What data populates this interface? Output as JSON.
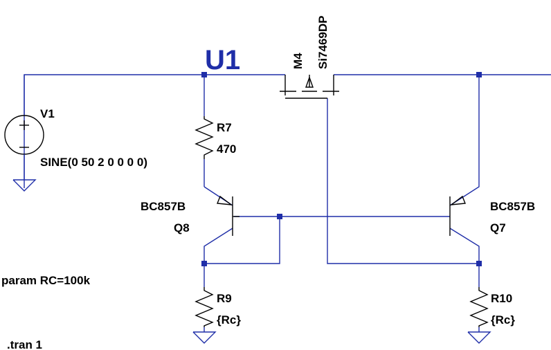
{
  "net_label": "U1",
  "source": {
    "name": "V1",
    "value": "SINE(0 50 2 0 0 0 0)"
  },
  "mosfet": {
    "name": "M4",
    "model": "Si7469DP"
  },
  "resistors": [
    {
      "name": "R7",
      "value": "470"
    },
    {
      "name": "R9",
      "value": "{Rc}"
    },
    {
      "name": "R10",
      "value": "{Rc}"
    }
  ],
  "transistors": [
    {
      "name": "Q8",
      "model": "BC857B"
    },
    {
      "name": "Q7",
      "model": "BC857B"
    }
  ],
  "directives": [
    {
      "text": "param RC=100k"
    },
    {
      "text": ".tran 1"
    }
  ],
  "colors": {
    "wire": "#1f2ea8",
    "component": "#000000",
    "background": "#ffffff"
  }
}
